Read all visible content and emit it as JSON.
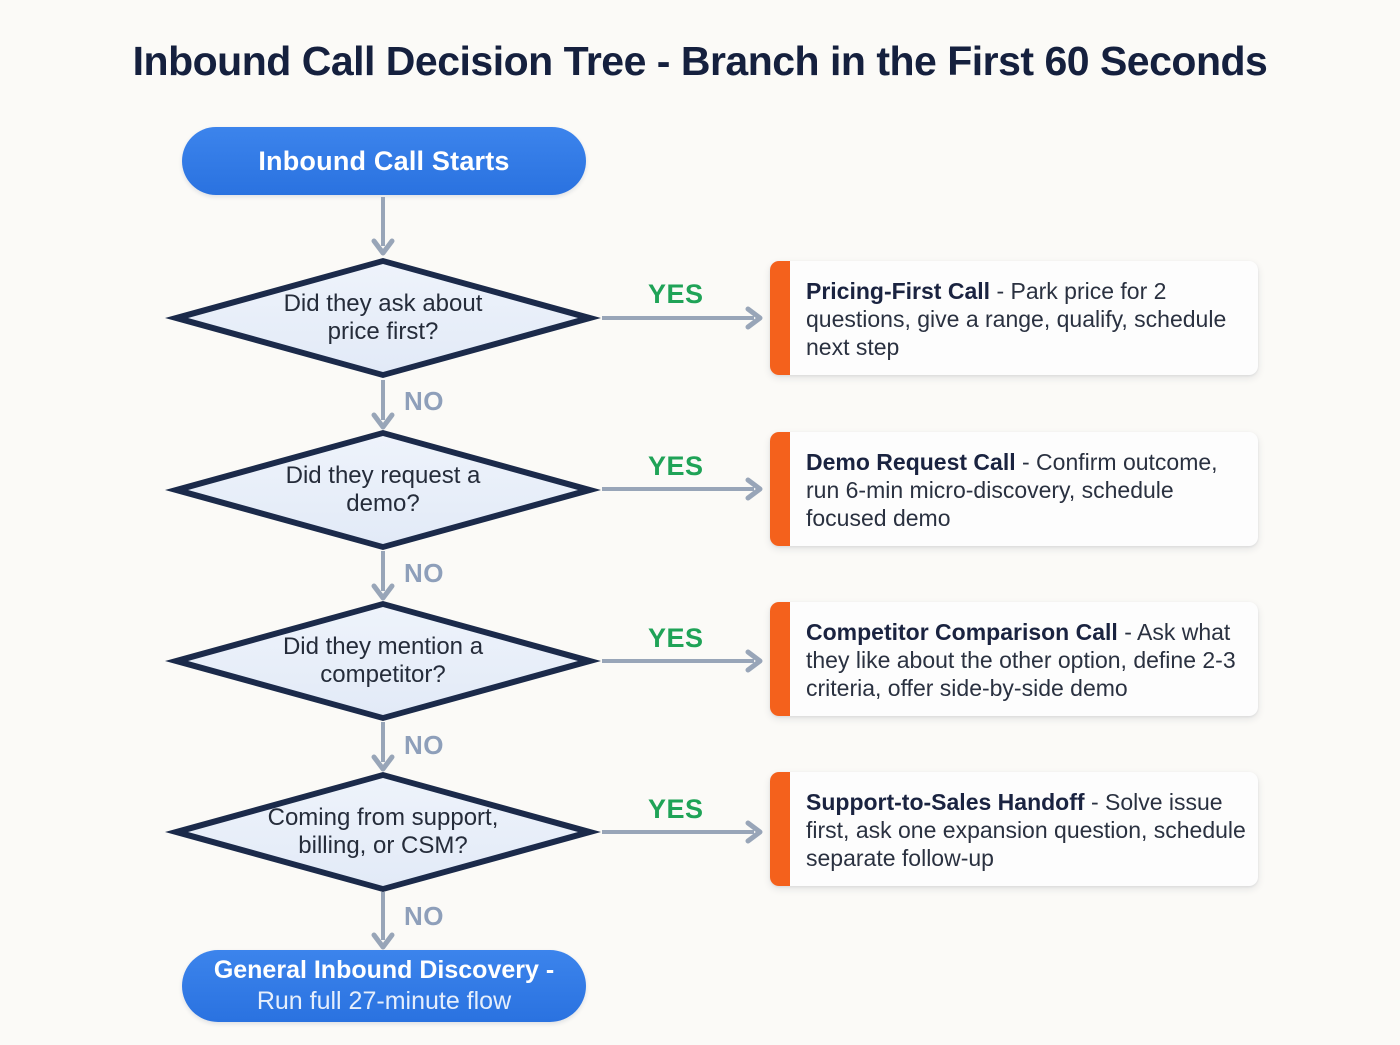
{
  "title": "Inbound Call Decision Tree - Branch in the First 60 Seconds",
  "start": {
    "label": "Inbound Call Starts"
  },
  "labels": {
    "yes": "YES",
    "no": "NO"
  },
  "branches": [
    {
      "question": "Did they ask about price first?",
      "outcome": {
        "title": "Pricing-First Call",
        "description": "- Park price for 2 questions, give a range, qualify, schedule next step"
      }
    },
    {
      "question": "Did they request a demo?",
      "outcome": {
        "title": "Demo Request Call",
        "description": "- Confirm outcome, run 6-min micro-discovery, schedule focused demo"
      }
    },
    {
      "question": "Did they mention a competitor?",
      "outcome": {
        "title": "Competitor Comparison Call",
        "description": "- Ask what they like about the other option, define 2-3 criteria, offer side-by-side demo"
      }
    },
    {
      "question": "Coming from support, billing, or CSM?",
      "outcome": {
        "title": "Support-to-Sales Handoff",
        "description": "- Solve issue first, ask one expansion question, schedule separate follow-up"
      }
    }
  ],
  "end": {
    "label_line1": "General Inbound Discovery -",
    "label_line2": "Run full 27-minute flow"
  },
  "colors": {
    "node_blue": "#2d78e5",
    "diamond_fill": "#e8eef8",
    "diamond_border": "#1b2a4a",
    "accent_orange": "#f4611c",
    "yes_green": "#1fa357",
    "no_gray": "#8e9fba",
    "arrow_gray": "#98a5b8",
    "title_navy": "#15203e"
  }
}
